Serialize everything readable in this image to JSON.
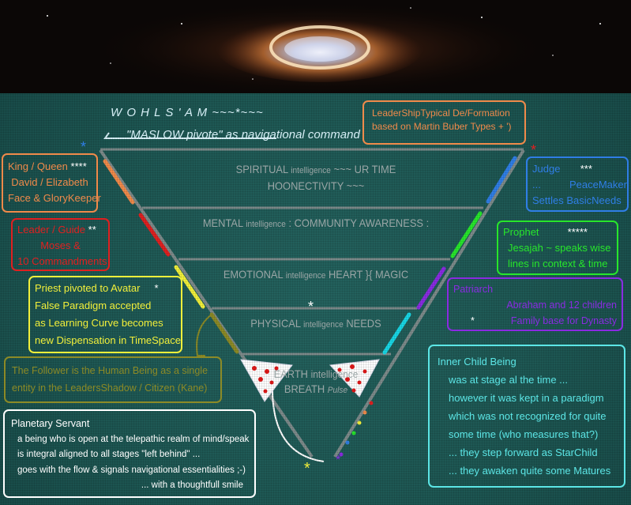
{
  "header": {
    "title": "W O H L S ' A M ~~~*~~~",
    "subtitle": "\"MASLOW pivote\" as navigational command"
  },
  "leadership_box": {
    "line1": "LeaderShipTypical De/Formation",
    "line2": "based on Martin Buber Types + ')"
  },
  "levels": [
    {
      "name": "SPIRITUAL",
      "suffix": "intelligence",
      "line2": "~~~ UR TIME HOONECTIVITY ~~~"
    },
    {
      "name": "MENTAL",
      "suffix": "intelligence",
      "line2": ": COMMUNITY AWARENESS :"
    },
    {
      "name": "EMOTIONAL",
      "suffix": "intelligence",
      "line2": "HEART }{ MAGIC"
    },
    {
      "name": "PHYSICAL",
      "suffix": "intelligence",
      "line2": "NEEDS"
    },
    {
      "name": "EARTH",
      "line2": "intelligence",
      "line3": "BREATH",
      "line4": "Pulse"
    }
  ],
  "left_boxes": {
    "king": {
      "title": "King / Queen",
      "stars": "****",
      "line2": "David / Elizabeth",
      "line3": "Face & GloryKeeper",
      "color": "#f08a4a"
    },
    "leader": {
      "title": "Leader / Guide",
      "stars": "**",
      "line2": "Moses &",
      "line3": "10 Commandments",
      "color": "#e02020"
    },
    "priest": {
      "title": "Priest pivoted to Avatar",
      "stars": "*",
      "line2": "False Paradigm accepted",
      "line3": "as Learning Curve becomes",
      "line4": "new Dispensation in TimeSpace",
      "color": "#f2ef3a"
    },
    "follower": {
      "line1": "The Follower is the Human Being as a single",
      "line2": "entity in the LeadersShadow / Citizen (Kane)",
      "color": "#8c8a26"
    },
    "servant": {
      "line1": "Planetary Servant",
      "line2": "a being who is open at the telepathic realm of mind/speak",
      "line3": "is integral aligned to all stages \"left behind\" ...",
      "line4": "goes with the flow & signals navigational essentialities ;-)",
      "line5": "... with a thoughtfull smile",
      "color": "#ffffff"
    }
  },
  "right_boxes": {
    "judge": {
      "title": "Judge",
      "stars": "***",
      "line2a": "...",
      "line2b": "PeaceMaker",
      "line3": "Settles BasicNeeds",
      "color": "#2f7ee6"
    },
    "prophet": {
      "title": "Prophet",
      "stars": "*****",
      "line2": "Jesajah ~ speaks wise",
      "line3": "lines in context & time",
      "color": "#27e62b"
    },
    "patriarch": {
      "title": "Patriarch",
      "line2": "Abraham and 12 children",
      "star": "*",
      "line3": "Family base for Dynasty",
      "color": "#8a2be2"
    },
    "inner_child": {
      "line1": "Inner Child Being",
      "line2": "was at stage al the time ...",
      "line3": "however it was kept in a paradigm",
      "line4": "which was not recognized for quite",
      "line5": "some time (who measures that?)",
      "line6": "... they step forward as StarChild",
      "line7": "... they awaken quite some Matures",
      "color": "#5ce6e6"
    }
  },
  "markers": {
    "star": "*"
  },
  "colors": {
    "background": "#1c5754",
    "funnel_line": "#7d8a8a",
    "rainbow": [
      "#f08a4a",
      "#e02020",
      "#f2ef3a",
      "#8c8a26",
      "#2f7ee6",
      "#27e62b",
      "#8a2be2",
      "#18d8e6"
    ]
  }
}
